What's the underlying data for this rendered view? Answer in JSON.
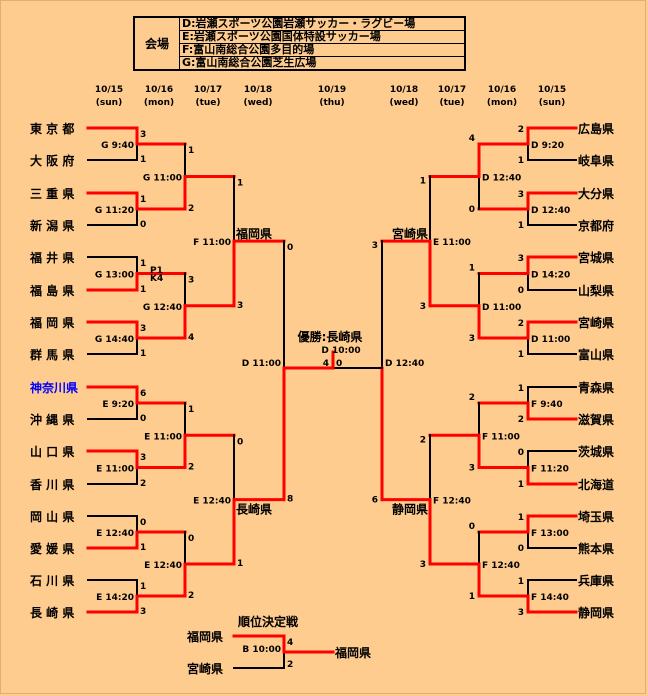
{
  "venues": {
    "label": "会場",
    "items": [
      "D:岩瀬スポーツ公園岩瀬サッカー・ラグビー場",
      "E:岩瀬スポーツ公園国体特設サッカー場",
      "F:富山南総合公園多目的場",
      "G:富山南総合公園芝生広場"
    ]
  },
  "dates": [
    {
      "date": "10/15",
      "day": "(sun)"
    },
    {
      "date": "10/16",
      "day": "(mon)"
    },
    {
      "date": "10/17",
      "day": "(tue)"
    },
    {
      "date": "10/18",
      "day": "(wed)"
    },
    {
      "date": "10/19",
      "day": "(thu)"
    },
    {
      "date": "10/18",
      "day": "(wed)"
    },
    {
      "date": "10/17",
      "day": "(tue)"
    },
    {
      "date": "10/16",
      "day": "(mon)"
    },
    {
      "date": "10/15",
      "day": "(sun)"
    }
  ],
  "colors": {
    "winner_line": "#ff0000",
    "loser_line": "#000000",
    "highlight_team": "#0000ff",
    "background": "#ffcc8f"
  },
  "left": {
    "teams": [
      "東 京 都",
      "大 阪 府",
      "三 重 県",
      "新 潟 県",
      "福 井 県",
      "福 島 県",
      "福 岡 県",
      "群 馬 県",
      "神奈川県",
      "沖 縄 県",
      "山 口 県",
      "香 川 県",
      "岡 山 県",
      "愛 媛 県",
      "石 川 県",
      "長 崎 県"
    ],
    "highlight": [
      8
    ],
    "r1": [
      {
        "time": "G 9:40",
        "scores": [
          "3",
          "1"
        ],
        "winner": 0
      },
      {
        "time": "G 11:20",
        "scores": [
          "1",
          "0"
        ],
        "winner": 0
      },
      {
        "time": "G 13:00",
        "scores": [
          "1",
          "1"
        ],
        "winner": 1,
        "note": "P1\nK4"
      },
      {
        "time": "G 14:40",
        "scores": [
          "3",
          "1"
        ],
        "winner": 0
      },
      {
        "time": "E 9:20",
        "scores": [
          "6",
          "0"
        ],
        "winner": 0
      },
      {
        "time": "E 11:00",
        "scores": [
          "3",
          "2"
        ],
        "winner": 0
      },
      {
        "time": "E 12:40",
        "scores": [
          "0",
          "1"
        ],
        "winner": 1
      },
      {
        "time": "E 14:20",
        "scores": [
          "1",
          "3"
        ],
        "winner": 1
      }
    ],
    "r2": [
      {
        "time": "G 11:00",
        "scores": [
          "1",
          "2"
        ],
        "winner": 1
      },
      {
        "time": "G 12:40",
        "scores": [
          "3",
          "4"
        ],
        "winner": 1
      },
      {
        "time": "E 11:00",
        "scores": [
          "1",
          "2"
        ],
        "winner": 1
      },
      {
        "time": "E 12:40",
        "scores": [
          "0",
          "2"
        ],
        "winner": 1
      }
    ],
    "r3": [
      {
        "time": "F 11:00",
        "scores": [
          "1",
          "3"
        ],
        "winner": 1,
        "team": "福岡県"
      },
      {
        "time": "E 12:40",
        "scores": [
          "0",
          "1"
        ],
        "winner": 1,
        "team": "長崎県"
      }
    ],
    "semi": {
      "time": "D 11:00",
      "scores": [
        "0",
        "8"
      ],
      "winner": 1
    }
  },
  "right": {
    "teams": [
      "広島県",
      "岐阜県",
      "大分県",
      "京都府",
      "宮城県",
      "山梨県",
      "宮崎県",
      "富山県",
      "青森県",
      "滋賀県",
      "茨城県",
      "北海道",
      "埼玉県",
      "熊本県",
      "兵庫県",
      "静岡県"
    ],
    "r1": [
      {
        "time": "D 9:20",
        "scores": [
          "2",
          "1"
        ],
        "winner": 0
      },
      {
        "time": "D 12:40",
        "scores": [
          "3",
          "1"
        ],
        "winner": 0
      },
      {
        "time": "D 14:20",
        "scores": [
          "3",
          "0"
        ],
        "winner": 0
      },
      {
        "time": "D 11:00",
        "scores": [
          "2",
          "1"
        ],
        "winner": 0
      },
      {
        "time": "F 9:40",
        "scores": [
          "1",
          "2"
        ],
        "winner": 1
      },
      {
        "time": "F 11:20",
        "scores": [
          "0",
          "1"
        ],
        "winner": 1
      },
      {
        "time": "F 13:00",
        "scores": [
          "1",
          "0"
        ],
        "winner": 0
      },
      {
        "time": "F 14:40",
        "scores": [
          "1",
          "3"
        ],
        "winner": 1
      }
    ],
    "r2": [
      {
        "time": "D 12:40",
        "scores": [
          "4",
          "0"
        ],
        "winner": 0
      },
      {
        "time": "D 11:00",
        "scores": [
          "1",
          "3"
        ],
        "winner": 1
      },
      {
        "time": "F 11:00",
        "scores": [
          "2",
          "3"
        ],
        "winner": 1
      },
      {
        "time": "F 12:40",
        "scores": [
          "0",
          "1"
        ],
        "winner": 1
      }
    ],
    "r3": [
      {
        "time": "E 11:00",
        "scores": [
          "1",
          "3"
        ],
        "winner": 1,
        "team": "宮崎県"
      },
      {
        "time": "F 12:40",
        "scores": [
          "2",
          "3"
        ],
        "winner": 1,
        "team": "静岡県"
      }
    ],
    "semi": {
      "time": "D 12:40",
      "scores": [
        "3",
        "6"
      ],
      "winner": 1
    }
  },
  "final": {
    "title": "優勝:長崎県",
    "time": "D 10:00",
    "scores": [
      "4",
      "0"
    ],
    "winner": 0
  },
  "third_place": {
    "title": "順位決定戦",
    "teams": [
      "福岡県",
      "宮崎県"
    ],
    "time": "B 10:00",
    "scores": [
      "4",
      "2"
    ],
    "winner": 0,
    "result": "福岡県"
  }
}
